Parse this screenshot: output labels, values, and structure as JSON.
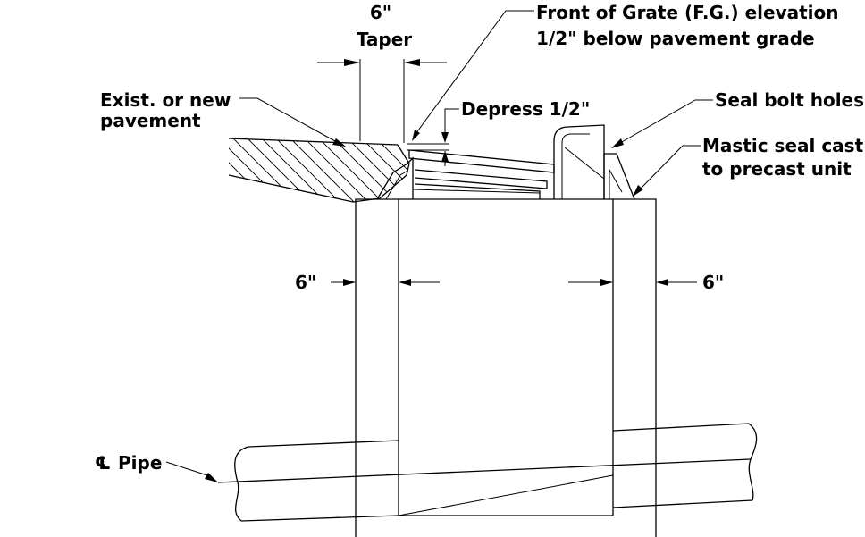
{
  "labels": {
    "taper_dimension": "6\"",
    "taper": "Taper",
    "front_of_grate_line1": "Front of Grate (F.G.) elevation",
    "front_of_grate_line2": "1/2\" below pavement grade",
    "pavement_line1": "Exist. or new",
    "pavement_line2": "pavement",
    "depress": "Depress 1/2\"",
    "seal_bolt_holes": "Seal bolt holes",
    "mastic_line1": "Mastic seal cast",
    "mastic_line2": "to precast unit",
    "wall_left": "6\"",
    "wall_right": "6\"",
    "centerline_symbol": "℄",
    "pipe": "Pipe"
  }
}
